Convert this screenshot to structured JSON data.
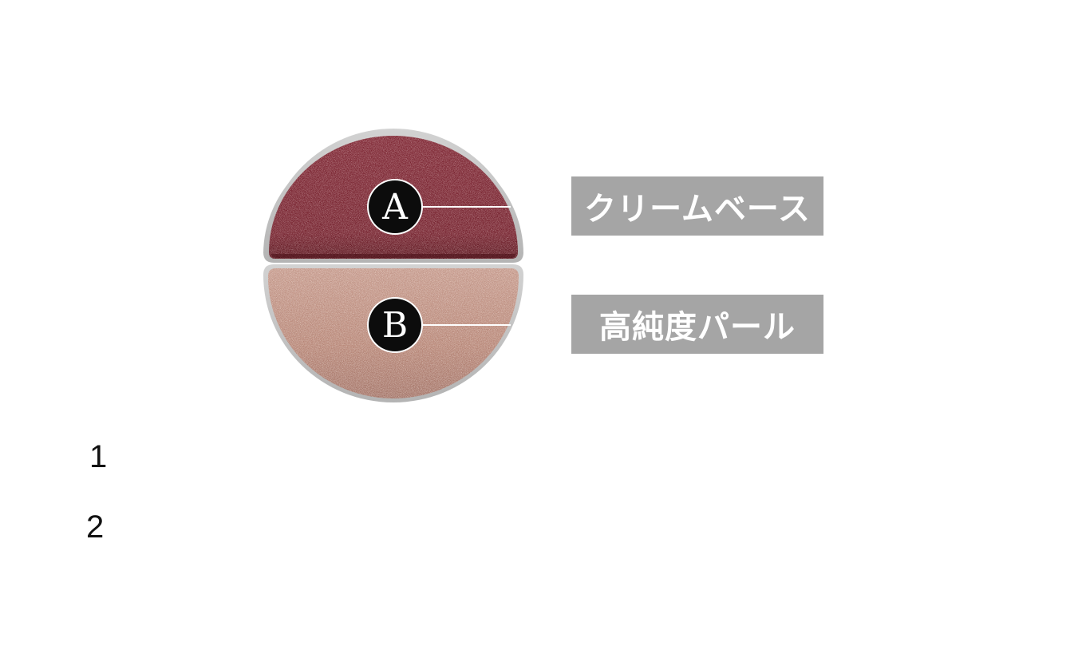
{
  "palette": {
    "pan_a": {
      "marker": "A",
      "label": "クリームベース",
      "color": "#7a2530"
    },
    "pan_b": {
      "marker": "B",
      "label": "高純度パール",
      "color": "#b98473"
    },
    "frame_color": "#c4c4c4",
    "label_bg": "#a5a5a5"
  },
  "steps": [
    {
      "number": "1"
    },
    {
      "number": "2"
    }
  ]
}
